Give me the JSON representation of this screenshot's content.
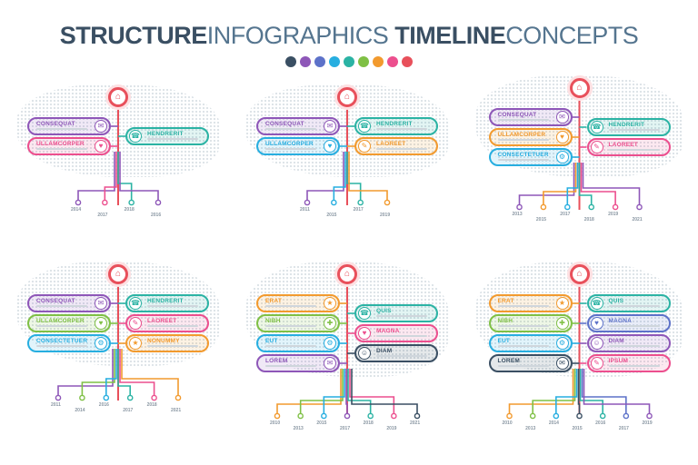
{
  "title": {
    "part1": "STRUCTURE",
    "part2": "INFOGRAPHICS",
    "part3": "TIMELINE",
    "part4": "CONCEPTS"
  },
  "palette": [
    "#3a4f63",
    "#8e57b8",
    "#5d72c9",
    "#27aee0",
    "#2bb3a4",
    "#7fc045",
    "#f29a2e",
    "#ec4f8e",
    "#e8505b"
  ],
  "colors": {
    "consequat": "#8e57b8",
    "ullamcorper": "#ec4f8e",
    "hendrerit": "#2bb3a4",
    "laoreet": "#f29a2e",
    "consectetuer": "#27aee0",
    "nonummy": "#f29a2e",
    "erat": "#f29a2e",
    "nibh": "#7fc045",
    "eut": "#27aee0",
    "lorem": "#8e57b8",
    "quis": "#2bb3a4",
    "magna": "#ec4f8e",
    "diam": "#3a4f63",
    "ipsum": "#ec4f8e",
    "head": "#e8505b"
  },
  "panels": [
    {
      "left": [
        {
          "label": "CONSEQUAT",
          "color": "#8e57b8",
          "icon": "✉"
        },
        {
          "label": "ULLAMCORPER",
          "color": "#ec4f8e",
          "icon": "♥"
        }
      ],
      "right": [
        {
          "label": "HENDRERIT",
          "color": "#2bb3a4",
          "icon": "☎"
        }
      ],
      "years": [
        "2014",
        "2017",
        "2018",
        "2016"
      ]
    },
    {
      "left": [
        {
          "label": "CONSEQUAT",
          "color": "#8e57b8",
          "icon": "✉"
        },
        {
          "label": "ULLAMCORPER",
          "color": "#27aee0",
          "icon": "♥"
        }
      ],
      "right": [
        {
          "label": "HENDRERIT",
          "color": "#2bb3a4",
          "icon": "☎"
        },
        {
          "label": "LAOREET",
          "color": "#f29a2e",
          "icon": "✎"
        }
      ],
      "years": [
        "2011",
        "2015",
        "2017",
        "2019"
      ]
    },
    {
      "left": [
        {
          "label": "CONSEQUAT",
          "color": "#8e57b8",
          "icon": "✉"
        },
        {
          "label": "ULLAMCORPER",
          "color": "#f29a2e",
          "icon": "♥"
        },
        {
          "label": "CONSECTETUER",
          "color": "#27aee0",
          "icon": "⚙"
        }
      ],
      "right": [
        {
          "label": "HENDRERIT",
          "color": "#2bb3a4",
          "icon": "☎"
        },
        {
          "label": "LAOREET",
          "color": "#ec4f8e",
          "icon": "✎"
        }
      ],
      "years": [
        "2013",
        "2015",
        "2017",
        "2018",
        "2019",
        "2021"
      ]
    },
    {
      "left": [
        {
          "label": "CONSEQUAT",
          "color": "#8e57b8",
          "icon": "✉"
        },
        {
          "label": "ULLAMCORPER",
          "color": "#7fc045",
          "icon": "♥"
        },
        {
          "label": "CONSECTETUER",
          "color": "#27aee0",
          "icon": "⚙"
        }
      ],
      "right": [
        {
          "label": "HENDRERIT",
          "color": "#2bb3a4",
          "icon": "☎"
        },
        {
          "label": "LAOREET",
          "color": "#ec4f8e",
          "icon": "✎"
        },
        {
          "label": "NONUMMY",
          "color": "#f29a2e",
          "icon": "★"
        }
      ],
      "years": [
        "2011",
        "2014",
        "2016",
        "2017",
        "2018",
        "2021"
      ]
    },
    {
      "left": [
        {
          "label": "ERAT",
          "color": "#f29a2e",
          "icon": "★"
        },
        {
          "label": "NIBH",
          "color": "#7fc045",
          "icon": "✚"
        },
        {
          "label": "EUT",
          "color": "#27aee0",
          "icon": "⚙"
        },
        {
          "label": "LOREM",
          "color": "#8e57b8",
          "icon": "✉"
        }
      ],
      "right": [
        {
          "label": "QUIS",
          "color": "#2bb3a4",
          "icon": "☎"
        },
        {
          "label": "MAGNA",
          "color": "#ec4f8e",
          "icon": "♥"
        },
        {
          "label": "DIAM",
          "color": "#3a4f63",
          "icon": "☺"
        }
      ],
      "years": [
        "2010",
        "2013",
        "2015",
        "2017",
        "2018",
        "2019",
        "2021"
      ]
    },
    {
      "left": [
        {
          "label": "ERAT",
          "color": "#f29a2e",
          "icon": "★"
        },
        {
          "label": "NIBH",
          "color": "#7fc045",
          "icon": "✚"
        },
        {
          "label": "EUT",
          "color": "#27aee0",
          "icon": "⚙"
        },
        {
          "label": "LOREM",
          "color": "#3a4f63",
          "icon": "✉"
        }
      ],
      "right": [
        {
          "label": "QUIS",
          "color": "#2bb3a4",
          "icon": "☎"
        },
        {
          "label": "MAGNA",
          "color": "#5d72c9",
          "icon": "♥"
        },
        {
          "label": "DIAM",
          "color": "#8e57b8",
          "icon": "☺"
        },
        {
          "label": "IPSUM",
          "color": "#ec4f8e",
          "icon": "✎"
        }
      ],
      "years": [
        "2010",
        "2013",
        "2014",
        "2015",
        "2016",
        "2017",
        "2019"
      ]
    }
  ]
}
